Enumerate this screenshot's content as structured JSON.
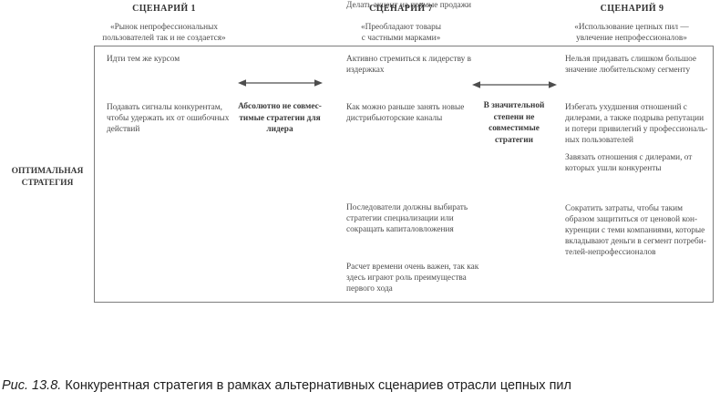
{
  "figure": {
    "scenarios": [
      {
        "title": "СЦЕНАРИЙ 1",
        "subtitle": "«Рынок непрофессиональных\nпользователей так и не создается»"
      },
      {
        "title": "СЦЕНАРИЙ 7",
        "subtitle": "«Преобладают товары\nс частными марками»"
      },
      {
        "title": "СЦЕНАРИЙ 9",
        "subtitle": "«Использование цепных пил —\nувлечение непрофессионалов»"
      }
    ],
    "row_label": "ОПТИМАЛЬНАЯ\nСТРАТЕГИЯ",
    "cells": {
      "col1": [
        "Идти тем же курсом",
        "Подавать сигналы конкурентам,\nчтобы удержать их от ошибочных\nдействий"
      ],
      "col2": [
        "Активно стремиться к лидерству в\nиздержках",
        "Как можно раньше занять новые\nдистрибьюторские каналы",
        "Делать акцент на прямые продажи",
        "Последователи должны выбирать\nстратегии специализации или\nсокращать капиталовложения",
        "Расчет времени очень важен, так как\nздесь играют роль преимущества\nпервого хода"
      ],
      "col3": [
        "Нельзя придавать слишком большое\nзначение любительскому сегменту",
        "Избегать ухудшения отношений с\nдилерами, а также подрыва репутации\nи потери привилегий у профессиональ-\nных пользователей",
        "Завязать отношения с дилерами, от\nкоторых ушли конкуренты",
        "Сократить затраты, чтобы таким\nобразом защититься от ценовой кон-\nкуренции с теми компаниями, которые\nвкладывают деньги в сегмент потреби-\nтелей-непрофессионалов"
      ]
    },
    "dividers": [
      {
        "label": "Абсолютно не совмес-\nтимые стратегии для\nлидера"
      },
      {
        "label": "В значительной\nстепени не\nсовместимые\nстратегии"
      }
    ],
    "caption_label": "Рис. 13.8.",
    "caption_text": " Конкурентная стратегия в рамках альтернативных сценариев отрасли цепных пил",
    "colors": {
      "text": "#4d4d4d",
      "bold_text": "#3a3a3a",
      "border": "#7d7d7d",
      "caption": "#1f1f1f",
      "background": "#ffffff"
    }
  }
}
